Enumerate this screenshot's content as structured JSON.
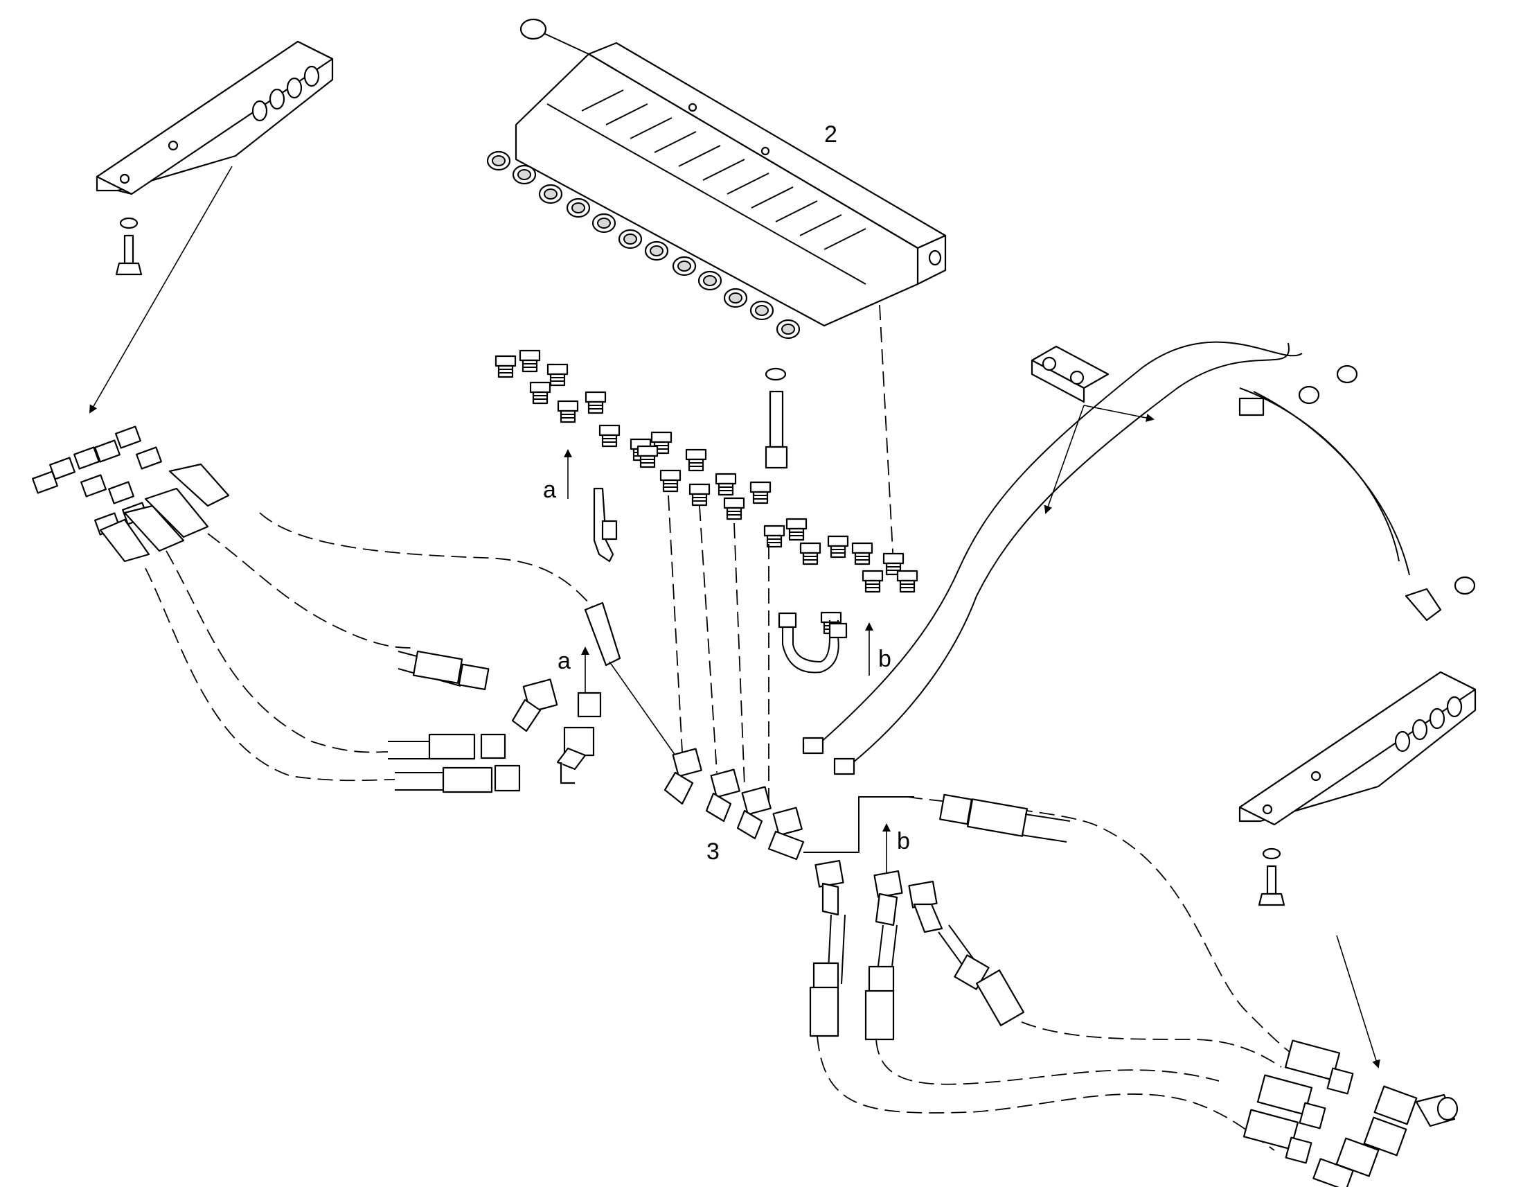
{
  "labels": {
    "assembly_2": "2",
    "assembly_3": "3",
    "arrow_a_upper": "a",
    "arrow_a_lower": "a",
    "arrow_b_upper": "b",
    "arrow_b_lower": "b"
  },
  "colors": {
    "ink": "#000000",
    "paper": "#ffffff",
    "shade": "#d9d9d9"
  }
}
